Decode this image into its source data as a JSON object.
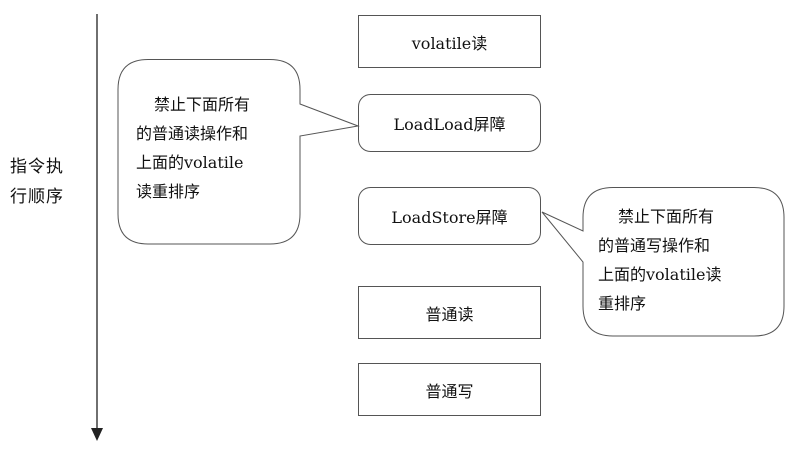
{
  "axis": {
    "label": "指令执\n行顺序"
  },
  "steps": [
    {
      "id": "volatile-read",
      "label": "volatile读",
      "shape": "rect"
    },
    {
      "id": "loadload-barrier",
      "label": "LoadLoad屏障",
      "shape": "rounded"
    },
    {
      "id": "loadstore-barrier",
      "label": "LoadStore屏障",
      "shape": "rounded"
    },
    {
      "id": "normal-read",
      "label": "普通读",
      "shape": "rect"
    },
    {
      "id": "normal-write",
      "label": "普通写",
      "shape": "rect"
    }
  ],
  "callouts": [
    {
      "id": "loadload-note",
      "text": "禁止下面所有\n的普通读操作和\n上面的volatile\n读重排序",
      "points_to": "loadload-barrier"
    },
    {
      "id": "loadstore-note",
      "text": "禁止下面所有\n的普通写操作和\n上面的volatile读\n重排序",
      "points_to": "loadstore-barrier"
    }
  ],
  "colors": {
    "stroke": "#555555",
    "text": "#111111",
    "axis": "#222222"
  }
}
